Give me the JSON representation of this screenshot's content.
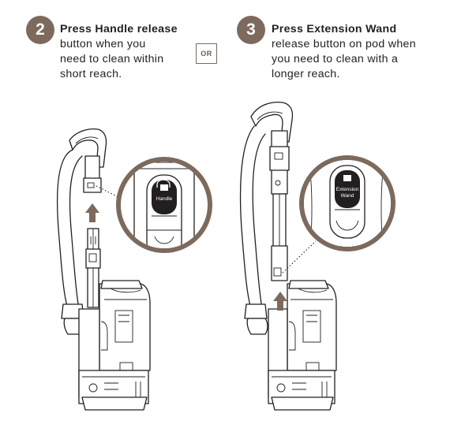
{
  "steps": [
    {
      "number": "2",
      "title": "Press Handle release",
      "lines": [
        "button when you",
        "need to clean within",
        "short reach."
      ]
    },
    {
      "number": "3",
      "title": "Press Extension Wand",
      "lines": [
        "release button on pod when",
        "you need to clean with a",
        "longer reach."
      ]
    }
  ],
  "or_label": "OR",
  "zoom_labels": {
    "left": "Handle",
    "right_line1": "Extension",
    "right_line2": "Wand"
  },
  "colors": {
    "accent": "#7d6a5c",
    "ink": "#231f20"
  }
}
